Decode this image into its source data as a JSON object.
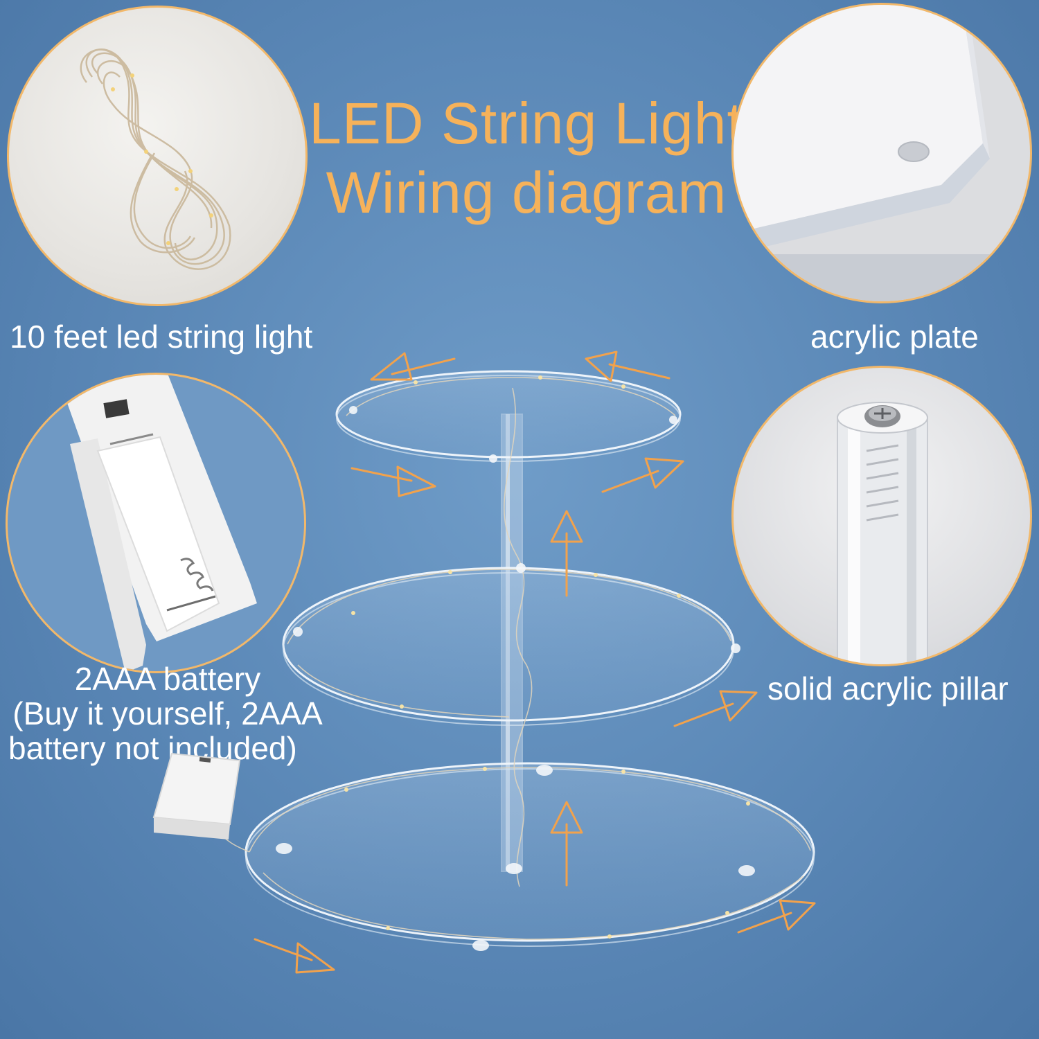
{
  "title": {
    "line1": "LED String Light",
    "line2": "Wiring diagram"
  },
  "labels": {
    "string_light": "10 feet led string light",
    "acrylic_plate": "acrylic plate",
    "battery_line1": "2AAA battery",
    "battery_line2": "(Buy it yourself, 2AAA",
    "battery_line3": "battery not included)",
    "pillar": "solid acrylic pillar"
  },
  "colors": {
    "background": "#5a87b6",
    "title": "#f6b25a",
    "circle_border": "#f2b86a",
    "arrow": "#f2a24c",
    "label": "#ffffff"
  },
  "icons": [
    "string-light-coil-icon",
    "acrylic-plate-corner-icon",
    "battery-box-icon",
    "pillar-screw-icon",
    "flow-arrow-icon"
  ]
}
